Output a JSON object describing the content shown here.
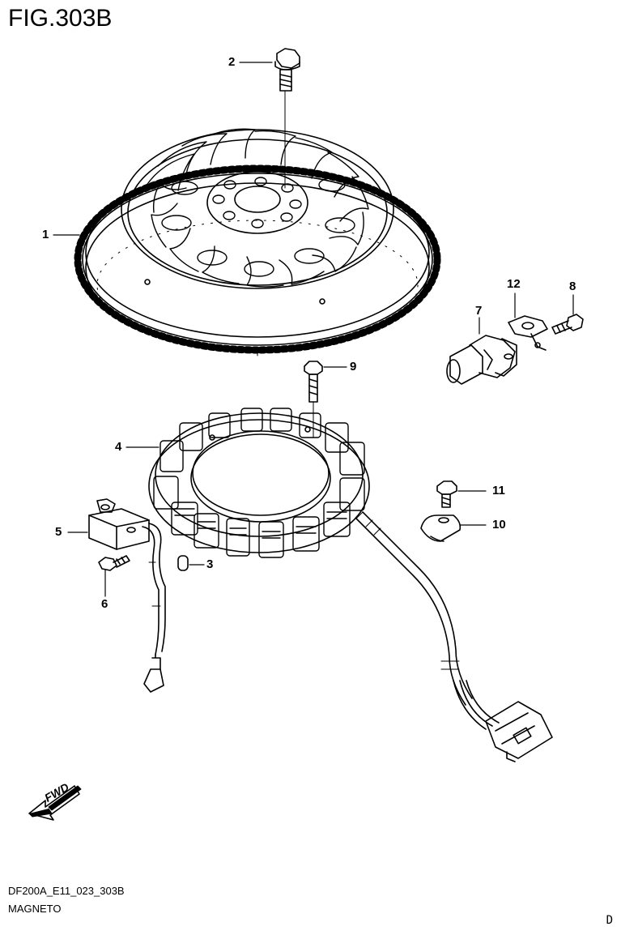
{
  "figure": {
    "title": "FIG.303B",
    "code": "DF200A_E11_023_303B",
    "name": "MAGNETO",
    "page_mark": "D"
  },
  "direction_label": "FWD",
  "callouts": [
    "1",
    "2",
    "3",
    "4",
    "5",
    "6",
    "7",
    "8",
    "9",
    "10",
    "11",
    "12"
  ],
  "parts": [
    {
      "ref": "1",
      "icon": "flywheel-icon"
    },
    {
      "ref": "2",
      "icon": "flange-bolt-icon"
    },
    {
      "ref": "3",
      "icon": "dowel-pin-icon"
    },
    {
      "ref": "4",
      "icon": "stator-coil-icon"
    },
    {
      "ref": "5",
      "icon": "pulser-coil-icon"
    },
    {
      "ref": "6",
      "icon": "bolt-icon"
    },
    {
      "ref": "7",
      "icon": "sensor-icon"
    },
    {
      "ref": "8",
      "icon": "bolt-icon"
    },
    {
      "ref": "9",
      "icon": "bolt-icon"
    },
    {
      "ref": "10",
      "icon": "clamp-icon"
    },
    {
      "ref": "11",
      "icon": "bolt-icon"
    },
    {
      "ref": "12",
      "icon": "bracket-icon"
    }
  ]
}
